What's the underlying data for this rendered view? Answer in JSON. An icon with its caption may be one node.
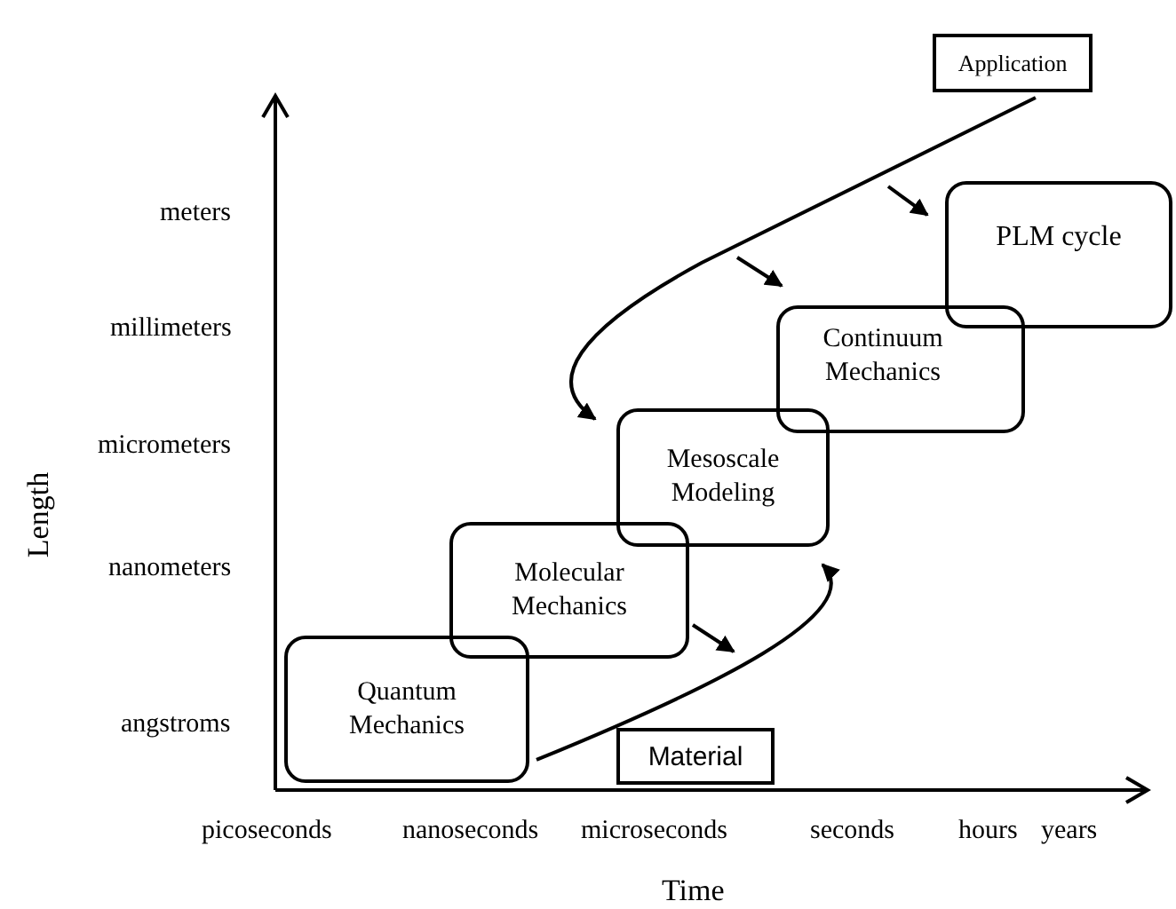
{
  "diagram": {
    "nodes": [
      {
        "text": [
          "Application"
        ]
      },
      {
        "text": [
          "PLM cycle"
        ]
      },
      {
        "text": [
          "Continuum Mechanics"
        ]
      },
      {
        "text": [
          "Mesoscale Modeling"
        ]
      },
      {
        "text": [
          "Molecular Mechanics"
        ]
      },
      {
        "text": [
          "Quantum Mechanics"
        ]
      },
      {
        "text": [
          "Material"
        ]
      }
    ],
    "edges": [
      {
        "from": 0,
        "to": 3,
        "arrow": "to"
      },
      {
        "from": 5,
        "to": 3,
        "arrow": "to"
      },
      {
        "from": null,
        "to": 1,
        "arrow": "to"
      },
      {
        "from": null,
        "to": 2,
        "arrow": "to"
      },
      {
        "from": 4,
        "to": null,
        "arrow": "to"
      }
    ],
    "labels": [
      "meters",
      "millimeters",
      "micrometers",
      "nanometers",
      "angstroms",
      "Length",
      "picoseconds",
      "nanoseconds",
      "microseconds",
      "seconds",
      "hours",
      "years",
      "Time"
    ]
  }
}
